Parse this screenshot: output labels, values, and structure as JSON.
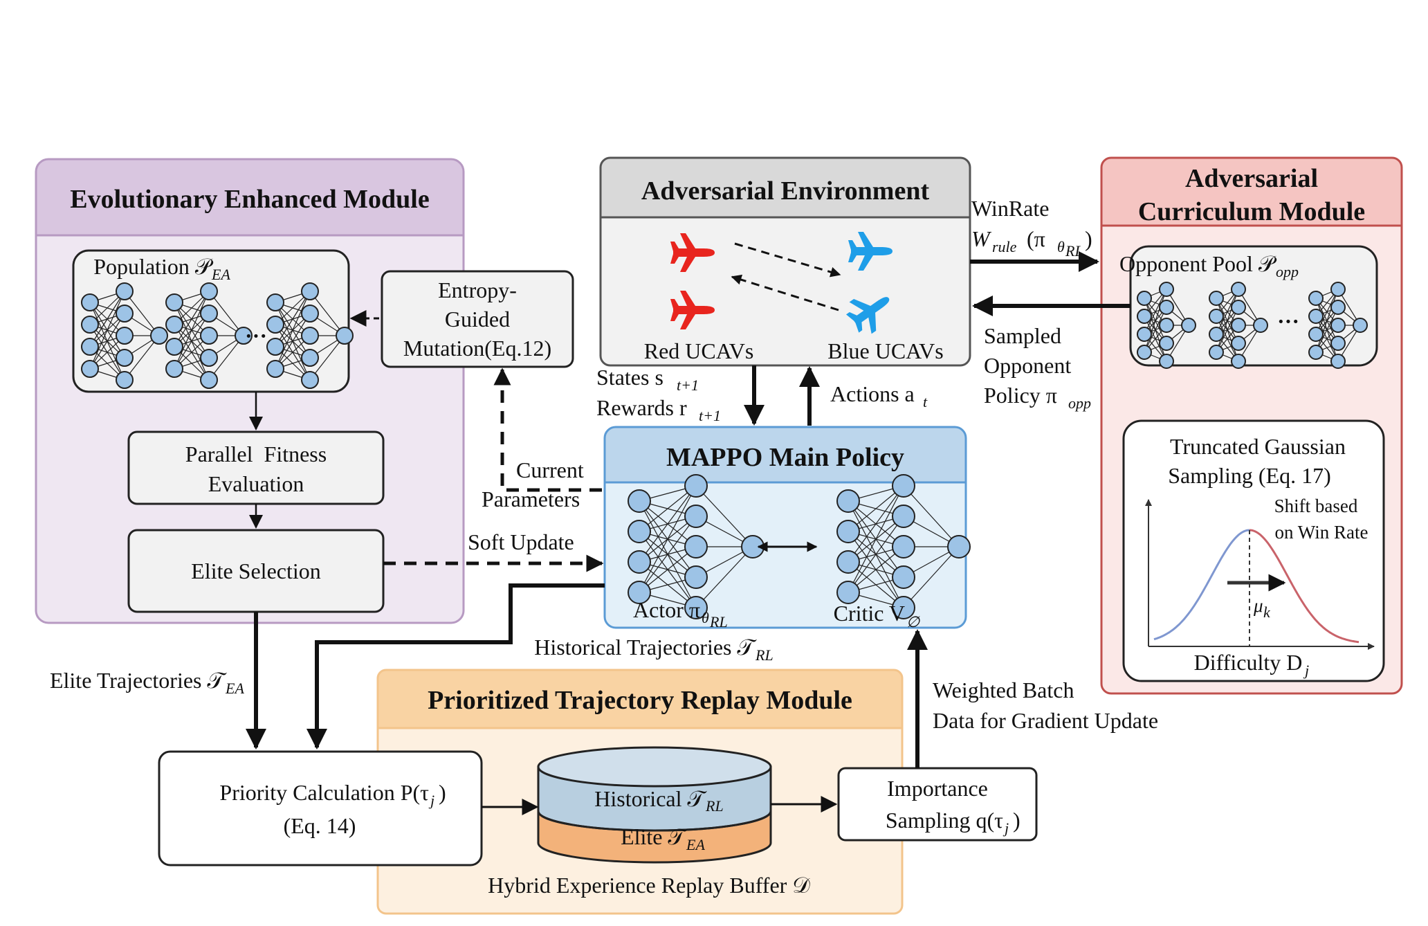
{
  "colors": {
    "purple_fill": "#efe7f2",
    "purple_head": "#d9c6e0",
    "purple_border": "#b79ac2",
    "gray_fill": "#f2f2f2",
    "gray_head": "#d9d9d9",
    "red_fill": "#fbe8e7",
    "red_head": "#f5c5c2",
    "red_border": "#c0504d",
    "blue_fill": "#e3f0f9",
    "blue_head": "#bcd6ec",
    "blue_border": "#5b9bd5",
    "orange_fill": "#fdf0e0",
    "orange_head": "#f9d3a3",
    "orange_border": "#f3c48b",
    "node_fill": "#9dc3e6",
    "red_plane": "#e8251e",
    "blue_plane": "#1f9ee8",
    "curve_blue": "#7f97d0",
    "curve_red": "#c9636a"
  },
  "modules": {
    "evolutionary": {
      "title": "Evolutionary Enhanced Module",
      "population": "Population 𝒫",
      "population_sub": "EA",
      "fitness_line1": "Parallel  Fitness",
      "fitness_line2": "Evaluation",
      "elite_selection": "Elite Selection",
      "mutation_line1": "Entropy-",
      "mutation_line2": "Guided",
      "mutation_line3": "Mutation(Eq.12)"
    },
    "environment": {
      "title": "Adversarial Environment",
      "red_label": "Red UCAVs",
      "blue_label": "Blue UCAVs",
      "icons": [
        "red-jet-icon",
        "blue-jet-icon"
      ]
    },
    "curriculum": {
      "title_line1": "Adversarial",
      "title_line2": "Curriculum Module",
      "pool": "Opponent Pool 𝒫",
      "pool_sub": "opp",
      "gauss_line1": "Truncated Gaussian",
      "gauss_line2": "Sampling (Eq. 17)",
      "shift_line1": "Shift based",
      "shift_line2": "on Win Rate",
      "mu": "μ",
      "mu_sub": "k",
      "difficulty": "Difficulty D",
      "difficulty_sub": "j"
    },
    "mappo": {
      "title": "MAPPO Main Policy",
      "actor": "Actor π",
      "actor_sub": "θ",
      "actor_subsub": "RL",
      "critic": "Critic V",
      "critic_sub": "∅"
    },
    "replay": {
      "title": "Prioritized Trajectory Replay Module",
      "priority_line1": "Priority Calculation P(τ",
      "priority_line1_sub": "j",
      "priority_line1_end": ")",
      "priority_line2": "(Eq. 14)",
      "historical": "Historical 𝒯",
      "historical_sub": "RL",
      "elite": "Elite 𝒯",
      "elite_sub": "EA",
      "buffer": "Hybrid Experience Replay Buffer 𝒟",
      "importance_line1": "Importance",
      "importance_line2": "Sampling q(τ",
      "importance_line2_sub": "j",
      "importance_line2_end": ")"
    }
  },
  "edges": {
    "winrate_line1": "WinRate",
    "winrate_line2": "W",
    "winrate_line2_sub": "rule",
    "winrate_line2_end": "(π",
    "winrate_line2_sub2": "θ",
    "winrate_line2_sub3": "RL",
    "winrate_line2_close": ")",
    "sampled_line1": "Sampled",
    "sampled_line2": "Opponent",
    "sampled_line3": "Policy π",
    "sampled_line3_sub": "opp",
    "states": "States s",
    "states_sub": "t+1",
    "rewards": "Rewards r",
    "rewards_sub": "t+1",
    "actions": "Actions a",
    "actions_sub": "t",
    "current_line1": "Current",
    "current_line2": "Parameters",
    "soft_update": "Soft Update",
    "historical_traj": "Historical Trajectories 𝒯",
    "historical_traj_sub": "RL",
    "elite_traj": "Elite Trajectories 𝒯",
    "elite_traj_sub": "EA",
    "weighted_line1": "Weighted Batch",
    "weighted_line2": "Data for Gradient Update"
  }
}
